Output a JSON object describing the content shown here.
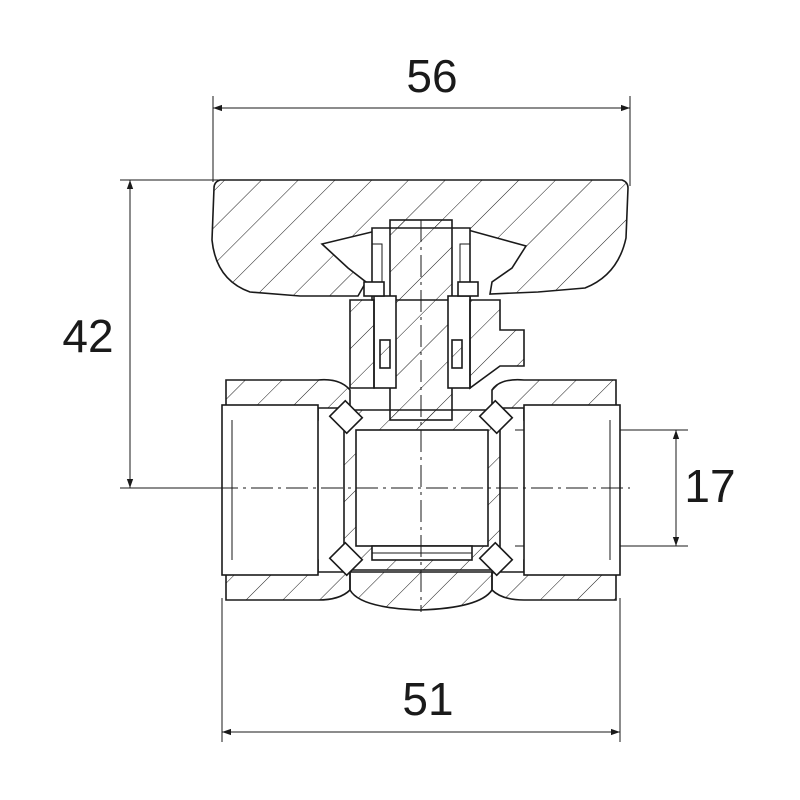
{
  "dimensions": {
    "overall_width": "56",
    "height_to_axis": "42",
    "bore_diameter": "17",
    "body_length": "51"
  },
  "colors": {
    "line": "#1a1a1a",
    "background": "#ffffff"
  }
}
